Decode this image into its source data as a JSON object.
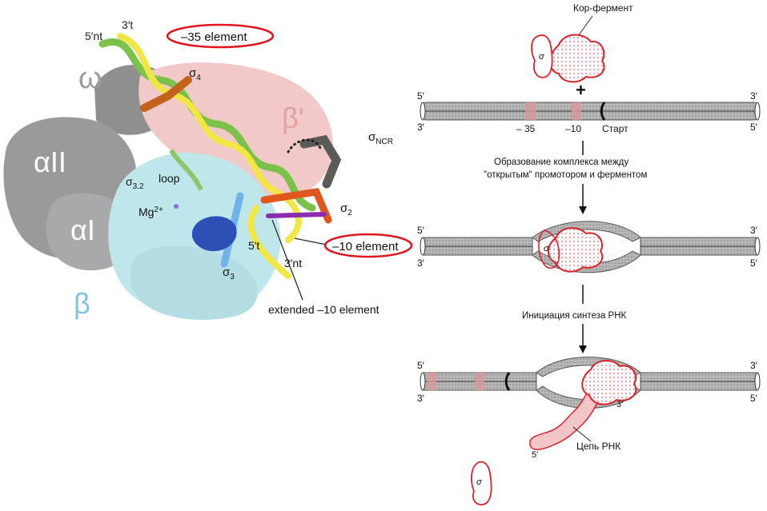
{
  "left_panel": {
    "subunits": {
      "omega": "ω",
      "beta_prime": "β'",
      "alpha_two": "αII",
      "alpha_one": "αI",
      "beta": "β"
    },
    "labels": {
      "dna_5nt_top": "5′nt",
      "dna_3t_top": "3′t",
      "minus35": "–35 element",
      "sigma4": "σ",
      "sigma4_sub": "4",
      "sigma_ncr": "σ",
      "sigma_ncr_sub": "NCR",
      "sigma32": "σ",
      "sigma32_sub": "3.2",
      "loop": "loop",
      "mg": "Mg",
      "mg_sup": "2+",
      "sigma2": "σ",
      "sigma2_sub": "2",
      "dna_5t": "5′t",
      "minus10": "–10 element",
      "dna_3nt": "3′nt",
      "sigma3": "σ",
      "sigma3_sub": "3",
      "extended": "extended –10 element"
    },
    "colors": {
      "gray_protein": "#8f8f8f",
      "pink_protein": "#f1c9c9",
      "cyan_protein": "#bfe6ea",
      "dna_green": "#7cc24a",
      "dna_yellow": "#f1e645",
      "highlight_red": "#e2141c",
      "beta_label": "#7ec6dc",
      "beta_prime_label": "#e2a1a1"
    }
  },
  "right_panel": {
    "core_enzyme": "Кор-фермент",
    "sigma": "σ",
    "plus": "+",
    "strand_5": "5′",
    "strand_3": "3′",
    "minus35": "– 35",
    "minus10": "–10",
    "start": "Старт",
    "step1_line1": "Образование комплекса между",
    "step1_line2": "\"открытым\" промотором и ферментом",
    "step2": "Инициация синтеза РНК",
    "rna_chain": "Цепь РНК",
    "rna_5": "5′",
    "enzyme_3": "3′",
    "colors": {
      "enzyme_red": "#d8232a",
      "dna_gray": "#a7a7a7"
    }
  }
}
